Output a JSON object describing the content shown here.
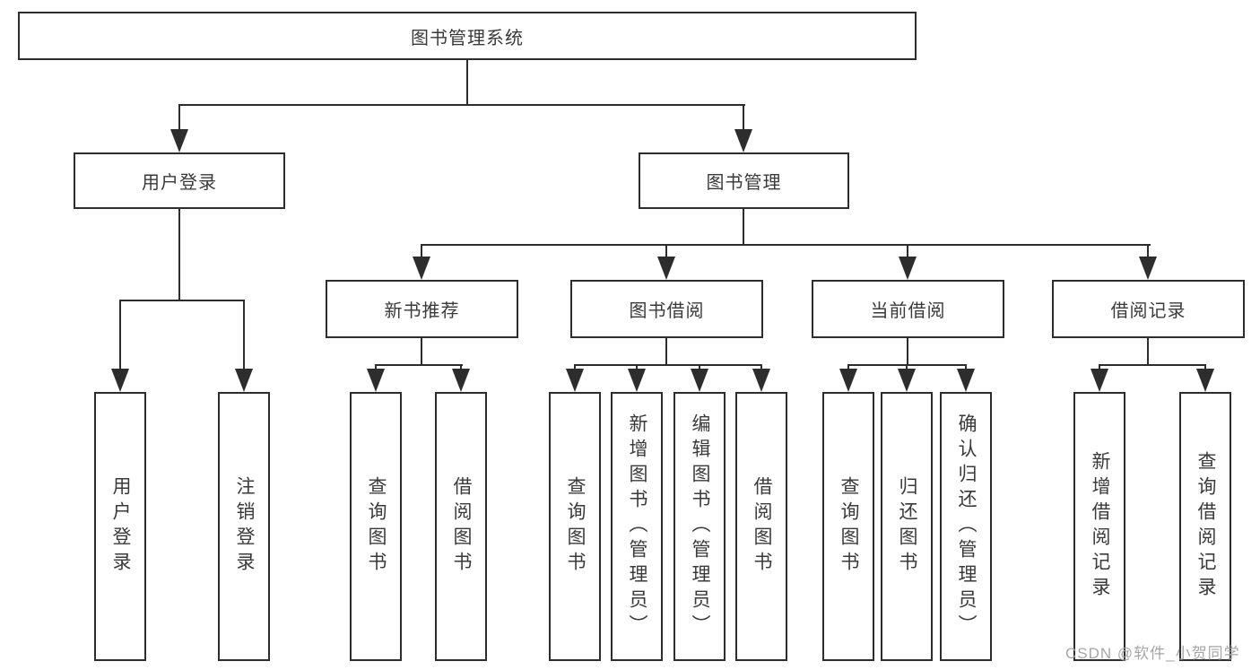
{
  "tree": {
    "label": "图书管理系统",
    "children": [
      {
        "label": "用户登录",
        "children": [
          {
            "label": "用户登录"
          },
          {
            "label": "注销登录"
          }
        ]
      },
      {
        "label": "图书管理",
        "children": [
          {
            "label": "新书推荐",
            "children": [
              {
                "label": "查询图书"
              },
              {
                "label": "借阅图书"
              }
            ]
          },
          {
            "label": "图书借阅",
            "children": [
              {
                "label": "查询图书"
              },
              {
                "label": "新增图书（管理员）"
              },
              {
                "label": "编辑图书（管理员）"
              },
              {
                "label": "借阅图书"
              }
            ]
          },
          {
            "label": "当前借阅",
            "children": [
              {
                "label": "查询图书"
              },
              {
                "label": "归还图书"
              },
              {
                "label": "确认归还（管理员）"
              }
            ]
          },
          {
            "label": "借阅记录",
            "children": [
              {
                "label": "新增借阅记录"
              },
              {
                "label": "查询借阅记录"
              }
            ]
          }
        ]
      }
    ]
  },
  "watermark": {
    "text": "CSDN @软件_小贺同学"
  },
  "colors": {
    "line": "#2d2d2d",
    "text": "#3a3a3a",
    "watermark": "#a6a6a6",
    "background": "#ffffff"
  }
}
